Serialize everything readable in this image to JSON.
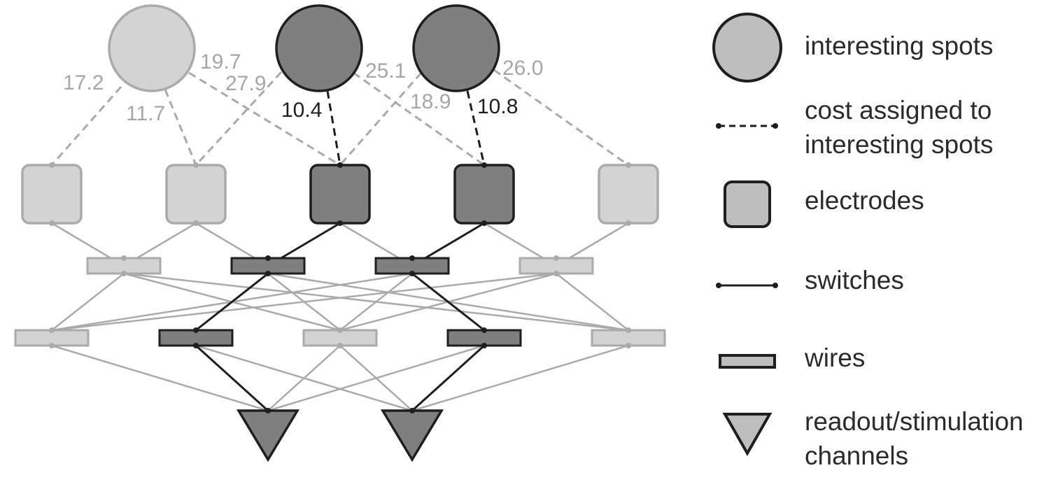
{
  "colors": {
    "light_fill": "#d3d3d3",
    "light_stroke": "#aaaaaa",
    "dark_fill": "#7f7f7f",
    "dark_stroke": "#1e1e1e",
    "legend_fill": "#bdbdbd",
    "label_light": "#a6a6a6",
    "label_dark": "#1e1e1e"
  },
  "cost_labels": [
    {
      "id": "c1",
      "text": "17.2",
      "tone": "light"
    },
    {
      "id": "c2",
      "text": "11.7",
      "tone": "light"
    },
    {
      "id": "c3",
      "text": "19.7",
      "tone": "light"
    },
    {
      "id": "c4",
      "text": "27.9",
      "tone": "light"
    },
    {
      "id": "c5",
      "text": "10.4",
      "tone": "dark"
    },
    {
      "id": "c6",
      "text": "25.1",
      "tone": "light"
    },
    {
      "id": "c7",
      "text": "18.9",
      "tone": "light"
    },
    {
      "id": "c8",
      "text": "10.8",
      "tone": "dark"
    },
    {
      "id": "c9",
      "text": "26.0",
      "tone": "light"
    }
  ],
  "legend": {
    "spots": [
      "interesting spots"
    ],
    "cost": [
      "cost assigned to",
      "interesting spots"
    ],
    "electrodes": [
      "electrodes"
    ],
    "switches": [
      "switches"
    ],
    "wires": [
      "wires"
    ],
    "channels": [
      "readout/stimulation",
      "channels"
    ]
  }
}
